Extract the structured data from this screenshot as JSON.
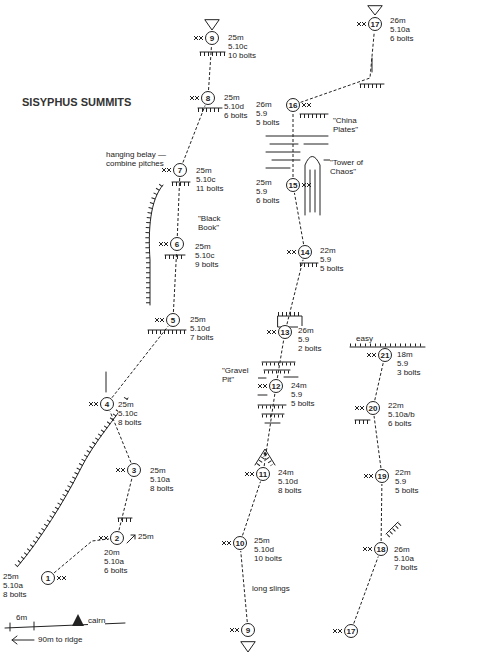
{
  "diagram": {
    "title": "SISYPHUS SUMMITS",
    "nodes": [
      {
        "text": [
          "1"
        ]
      },
      {
        "text": [
          "2"
        ]
      },
      {
        "text": [
          "3"
        ]
      },
      {
        "text": [
          "4"
        ]
      },
      {
        "text": [
          "5"
        ]
      },
      {
        "text": [
          "6"
        ]
      },
      {
        "text": [
          "7"
        ]
      },
      {
        "text": [
          "8"
        ]
      },
      {
        "text": [
          "9"
        ]
      },
      {
        "text": [
          "9"
        ]
      },
      {
        "text": [
          "10"
        ]
      },
      {
        "text": [
          "11"
        ]
      },
      {
        "text": [
          "12"
        ]
      },
      {
        "text": [
          "13"
        ]
      },
      {
        "text": [
          "14"
        ]
      },
      {
        "text": [
          "15"
        ]
      },
      {
        "text": [
          "16"
        ]
      },
      {
        "text": [
          "17"
        ]
      },
      {
        "text": [
          "17"
        ]
      },
      {
        "text": [
          "18"
        ]
      },
      {
        "text": [
          "19"
        ]
      },
      {
        "text": [
          "20"
        ]
      },
      {
        "text": [
          "21"
        ]
      }
    ],
    "edges": [
      {
        "from": 0,
        "to": 1,
        "arrow": "none"
      },
      {
        "from": 1,
        "to": 2,
        "arrow": "none"
      },
      {
        "from": 2,
        "to": 3,
        "arrow": "none"
      },
      {
        "from": 3,
        "to": 4,
        "arrow": "none"
      },
      {
        "from": 4,
        "to": 5,
        "arrow": "none"
      },
      {
        "from": 5,
        "to": 6,
        "arrow": "none"
      },
      {
        "from": 6,
        "to": 7,
        "arrow": "none"
      },
      {
        "from": 7,
        "to": 8,
        "arrow": "none"
      },
      {
        "from": 9,
        "to": 10,
        "arrow": "none"
      },
      {
        "from": 10,
        "to": 11,
        "arrow": "none"
      },
      {
        "from": 11,
        "to": 12,
        "arrow": "none"
      },
      {
        "from": 12,
        "to": 13,
        "arrow": "none"
      },
      {
        "from": 13,
        "to": 14,
        "arrow": "none"
      },
      {
        "from": 14,
        "to": 15,
        "arrow": "none"
      },
      {
        "from": 15,
        "to": 16,
        "arrow": "none"
      },
      {
        "from": 16,
        "to": 17,
        "arrow": "none"
      },
      {
        "from": 18,
        "to": 19,
        "arrow": "none"
      },
      {
        "from": 19,
        "to": 20,
        "arrow": "none"
      },
      {
        "from": 20,
        "to": 21,
        "arrow": "none"
      },
      {
        "from": 21,
        "to": 22,
        "arrow": "none"
      }
    ],
    "labels": [
      "25m",
      "5.10a",
      "8 bolts",
      "20m",
      "5.10a",
      "6 bolts",
      "25m",
      "5.10a",
      "8 bolts",
      "25m",
      "5.10c",
      "8 bolts",
      "25m",
      "5.10d",
      "7 bolts",
      "25m",
      "5.10c",
      "9 bolts",
      "25m",
      "5.10c",
      "11 bolts",
      "25m",
      "5.10d",
      "6 bolts",
      "25m",
      "5.10c",
      "10 bolts",
      "25m",
      "5.10d",
      "10 bolts",
      "24m",
      "5.10d",
      "8 bolts",
      "24m",
      "5.9",
      "5 bolts",
      "26m",
      "5.9",
      "2 bolts",
      "22m",
      "5.9",
      "5 bolts",
      "25m",
      "5.9",
      "6 bolts",
      "26m",
      "5.9",
      "5 bolts",
      "26m",
      "5.10a",
      "6 bolts",
      "26m",
      "5.10a",
      "7 bolts",
      "22m",
      "5.9",
      "5 bolts",
      "22m",
      "5.10a/b",
      "6 bolts",
      "18m",
      "5.9",
      "3 bolts",
      "25m",
      "hanging belay — combine pitches",
      "\"Black Book\"",
      "\"Gravel Pit\"",
      "\"China Plates\"",
      "\"Tower of Chaos\"",
      "long slings",
      "easy",
      "6m",
      "cairn",
      "90m to ridge"
    ]
  }
}
